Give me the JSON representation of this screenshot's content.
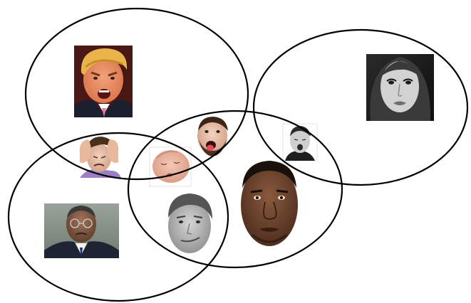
{
  "diagram": {
    "type": "venn",
    "background": "#ffffff",
    "stroke_color": "#000000",
    "sets": [
      {
        "id": "set-top-left"
      },
      {
        "id": "set-right"
      },
      {
        "id": "set-center"
      },
      {
        "id": "set-bottom-left"
      }
    ],
    "items": [
      {
        "id": "portrait-angry-man-blond-hair",
        "sets": [
          "set-top-left"
        ],
        "kind": "photo-portrait"
      },
      {
        "id": "portrait-woman-black-white",
        "sets": [
          "set-right"
        ],
        "kind": "photo-portrait"
      },
      {
        "id": "face-man-hands-on-head",
        "sets": [
          "set-top-left",
          "set-bottom-left"
        ],
        "kind": "cutout-face"
      },
      {
        "id": "face-bearded-man-tongue-out",
        "sets": [
          "set-top-left",
          "set-center"
        ],
        "kind": "cutout-face"
      },
      {
        "id": "face-sleeping-baby",
        "sets": [
          "set-top-left",
          "set-center",
          "set-bottom-left"
        ],
        "kind": "cutout-face"
      },
      {
        "id": "face-man-eyes-closed-mouth-open",
        "sets": [
          "set-right",
          "set-center"
        ],
        "kind": "cutout-face"
      },
      {
        "id": "face-grayscale-man-smirk",
        "sets": [
          "set-center",
          "set-bottom-left"
        ],
        "kind": "cutout-face"
      },
      {
        "id": "face-man-serious-expression",
        "sets": [
          "set-center"
        ],
        "kind": "cutout-face"
      },
      {
        "id": "portrait-man-glasses-suit",
        "sets": [
          "set-bottom-left"
        ],
        "kind": "photo-portrait"
      }
    ]
  }
}
